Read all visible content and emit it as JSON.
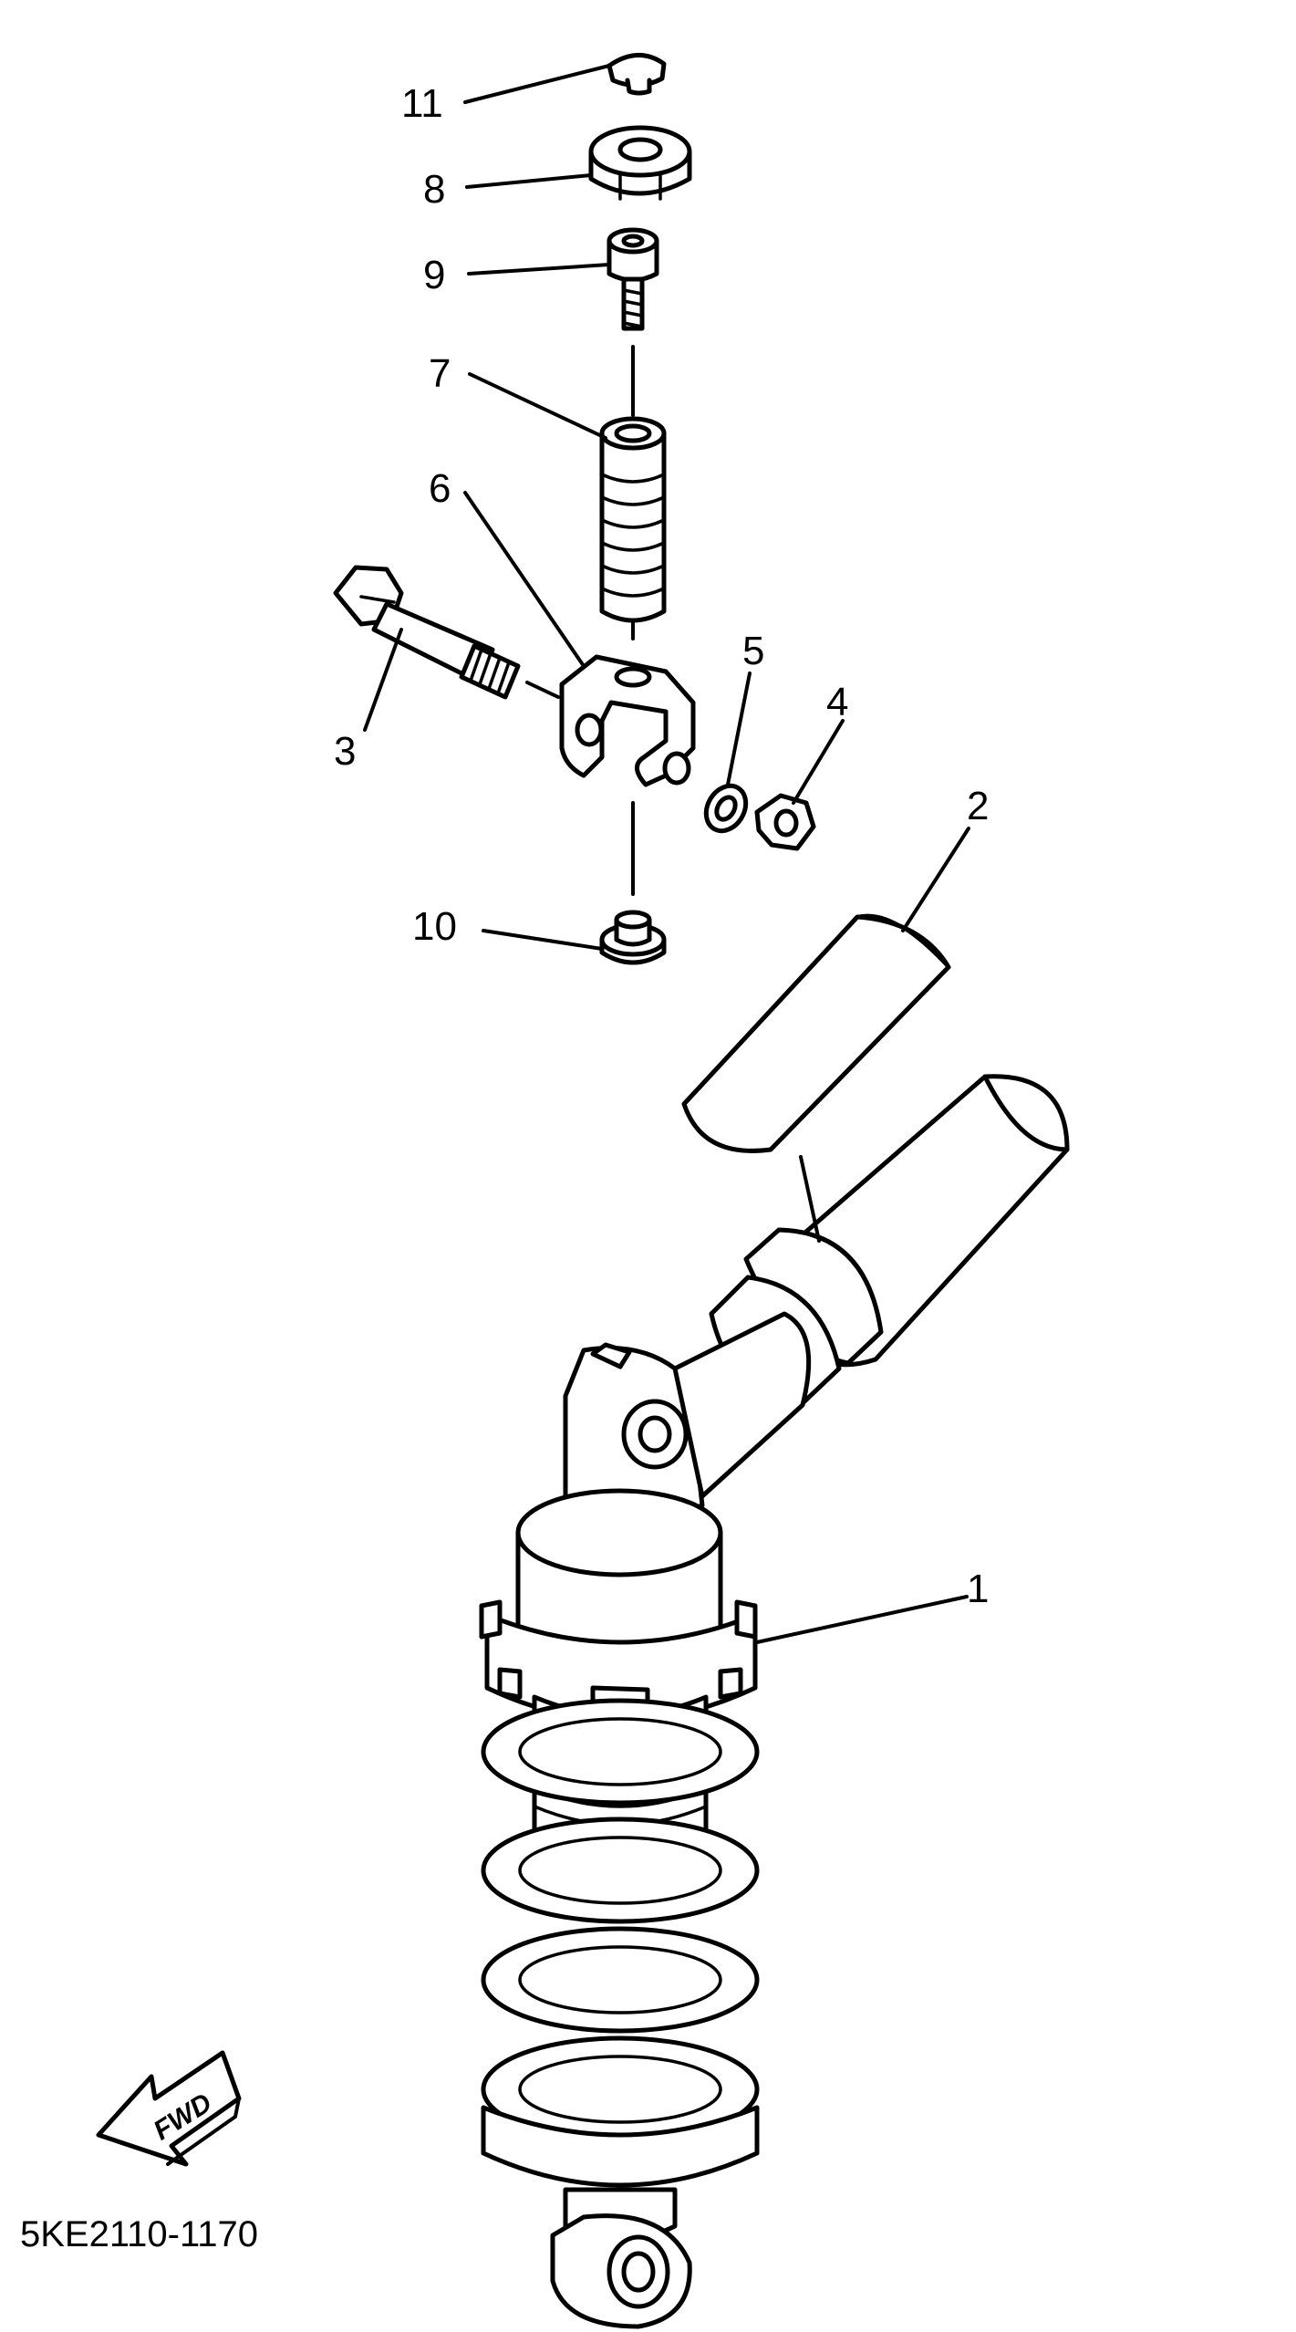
{
  "diagram": {
    "part_code": "5KE2110-1170",
    "direction_label": "FWD",
    "callouts": [
      {
        "id": "1",
        "label": "1"
      },
      {
        "id": "2",
        "label": "2"
      },
      {
        "id": "3",
        "label": "3"
      },
      {
        "id": "4",
        "label": "4"
      },
      {
        "id": "5",
        "label": "5"
      },
      {
        "id": "6",
        "label": "6"
      },
      {
        "id": "7",
        "label": "7"
      },
      {
        "id": "8",
        "label": "8"
      },
      {
        "id": "9",
        "label": "9"
      },
      {
        "id": "10",
        "label": "10"
      },
      {
        "id": "11",
        "label": "11"
      }
    ]
  }
}
